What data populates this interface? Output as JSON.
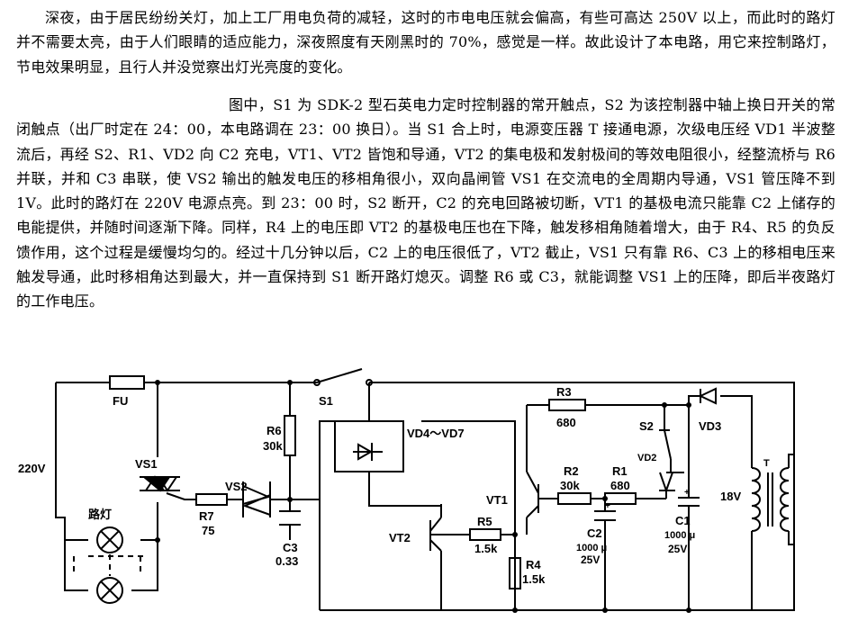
{
  "article": {
    "paragraph1": "深夜，由于居民纷纷关灯，加上工厂用电负荷的减轻，这时的市电电压就会偏高，有些可高达 250V 以上，而此时的路灯并不需要太亮，由于人们眼睛的适应能力，深夜照度有天刚黑时的 70%，感觉是一样。故此设计了本电路，用它来控制路灯，节电效果明显，且行人并没觉察出灯光亮度的变化。",
    "paragraph2": "图中，S1 为 SDK-2 型石英电力定时控制器的常开触点，S2 为该控制器中轴上换日开关的常闭触点（出厂时定在 24：00，本电路调在 23：00 换日）。当 S1 合上时，电源变压器 T 接通电源，次级电压经 VD1 半波整流后，再经 S2、R1、VD2 向 C2 充电，VT1、VT2 皆饱和导通，VT2 的集电极和发射极间的等效电阻很小，经整流桥与 R6 并联，并和 C3 串联，使 VS2 输出的触发电压的移相角很小，双向晶闸管 VS1 在交流电的全周期内导通，VS1 管压降不到 1V。此时的路灯在 220V 电源点亮。到 23：00 时，S2 断开，C2 的充电回路被切断，VT1 的基极电流只能靠 C2 上储存的电能提供，并随时间逐渐下降。同样，R4 上的电压即 VT2 的基极电压也在下降，触发移相角随着增大，由于 R4、R5 的负反馈作用，这个过程是缓慢均匀的。经过十几分钟以后，C2 上的电压很低了，VT2 截止，VS1 只有靠 R6、C3 上的移相电压来触发导通，此时移相角达到最大，并一直保持到 S1 断开路灯熄灭。调整 R6 或 C3，就能调整 VS1 上的压降，即后半夜路灯的工作电压。"
  },
  "circuit": {
    "fu": "FU",
    "supply": "220V",
    "lamp": "路灯",
    "vs1": "VS1",
    "vs2": "VS2",
    "r7": "R7",
    "r7_val": "75",
    "r6": "R6",
    "r6_val": "30k",
    "c3": "C3",
    "c3_val": "0.33",
    "s1": "S1",
    "bridge": "VD4～VD7",
    "vt2": "VT2",
    "r5": "R5",
    "r5_val": "1.5k",
    "r4": "R4",
    "r4_val": "1.5k",
    "vt1": "VT1",
    "r3": "R3",
    "r3_val": "680",
    "r2": "R2",
    "r2_val": "30k",
    "r1": "R1",
    "r1_val": "680",
    "c2": "C2",
    "c2_val": "1000 μ",
    "c2_volt": "25V",
    "c1": "C1",
    "c1_val": "1000 μ",
    "c1_volt": "25V",
    "s2": "S2",
    "vd2": "VD2",
    "vd3": "VD3",
    "t": "T",
    "t_volt": "18V"
  }
}
